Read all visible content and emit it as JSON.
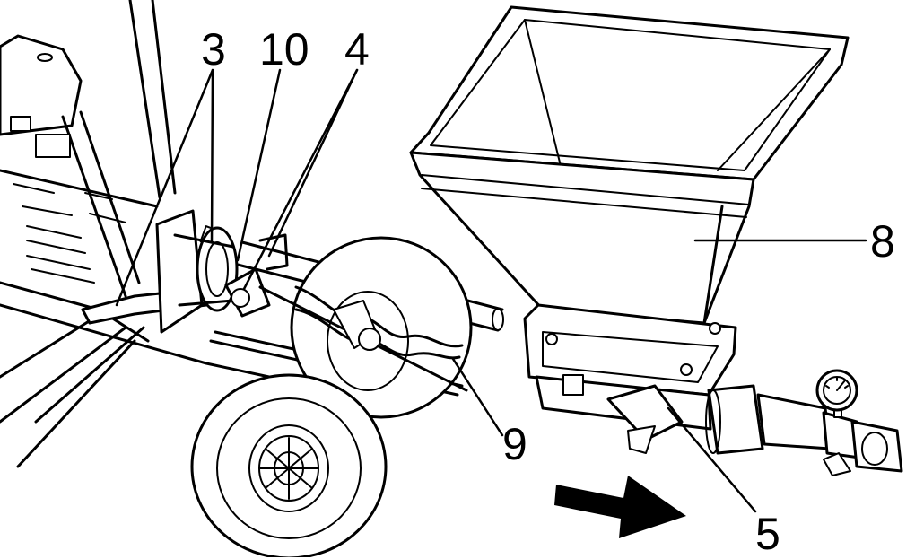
{
  "callouts": {
    "c3": "3",
    "c10": "10",
    "c4": "4",
    "c8": "8",
    "c9": "9",
    "c5": "5"
  },
  "colors": {
    "ink": "#000000",
    "paper": "#ffffff"
  },
  "icons": [
    "direction-arrow-icon",
    "pressure-gauge-icon"
  ]
}
